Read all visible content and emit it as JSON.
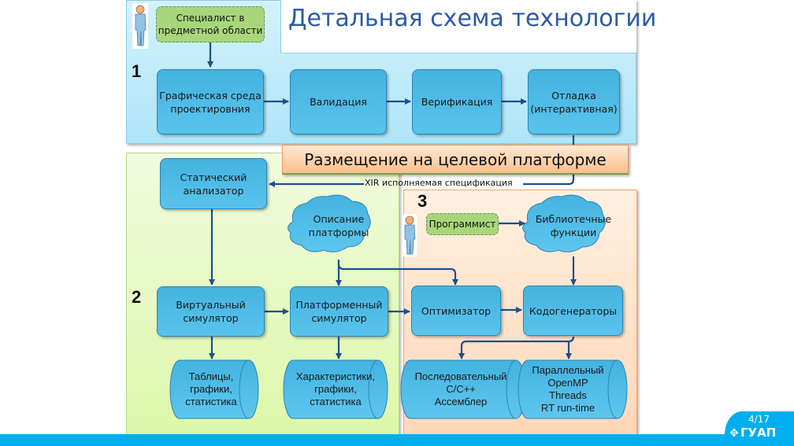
{
  "title": "Детальная схема технологии",
  "sections": {
    "stage1_label": "1",
    "stage2_label": "2",
    "stage3_label": "3"
  },
  "actors": {
    "specialist": "Специалист в предметной области",
    "programmer": "Программист"
  },
  "stage1": {
    "boxes": [
      "Графическая среда проектировния",
      "Валидация",
      "Верификация",
      "Отладка (интерактивная)"
    ]
  },
  "banner": "Размещение на целевой платформе",
  "xir_label": "XIR исполняемая спецификация",
  "stage2": {
    "static_analyzer": "Статический анализатор",
    "platform_description": "Описание платформы",
    "virtual_simulator": "Виртуальный симулятор",
    "platform_simulator": "Платформенный симулятор",
    "output1": [
      "Таблицы,",
      "графики,",
      "статистика"
    ],
    "output2": [
      "Характеристики,",
      "графики,",
      "статистика"
    ]
  },
  "stage3": {
    "library_functions": "Библиотечные функции",
    "optimizer": "Оптимизатор",
    "codegenerators": "Кодогенераторы",
    "sequential": [
      "Последовательный",
      "C/C++",
      "Ассемблер"
    ],
    "parallel": [
      "Параллельный",
      "OpenMP",
      "Threads",
      "RT run-time"
    ]
  },
  "footer": {
    "page": "4/17",
    "logo": "ГУАП"
  },
  "colors": {
    "box": "#4ab8e4",
    "arrow": "#1f4e8c",
    "panel1": "#c4ecfa",
    "panel2": "#e8f9c8",
    "panel3": "#ffe2c8",
    "accent": "#00aeef",
    "title": "#2c5ba5"
  }
}
